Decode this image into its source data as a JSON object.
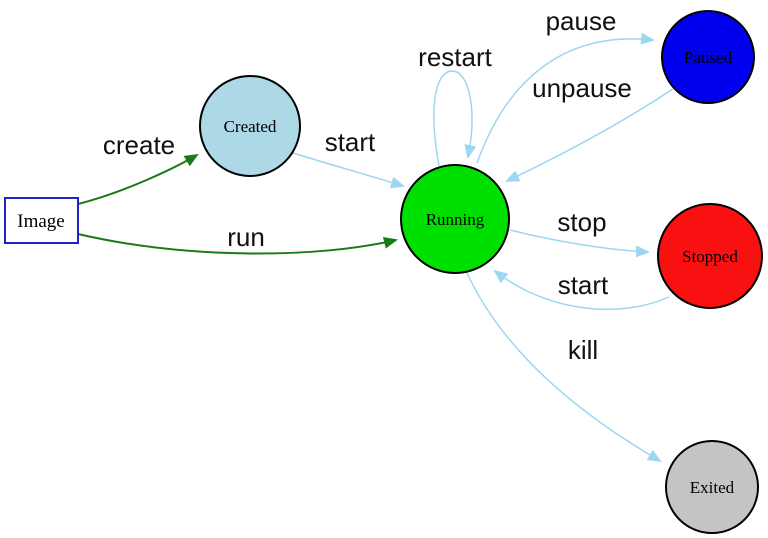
{
  "diagram": {
    "description": "Container lifecycle state diagram",
    "nodes": {
      "image": {
        "label": "Image",
        "shape": "rectangle",
        "fill": "#ffffff",
        "border": "#2222cc"
      },
      "created": {
        "label": "Created",
        "shape": "circle",
        "fill": "#add8e6"
      },
      "running": {
        "label": "Running",
        "shape": "circle",
        "fill": "#00e000"
      },
      "paused": {
        "label": "Paused",
        "shape": "circle",
        "fill": "#0000ee"
      },
      "stopped": {
        "label": "Stopped",
        "shape": "circle",
        "fill": "#f91111"
      },
      "exited": {
        "label": "Exited",
        "shape": "circle",
        "fill": "#c4c4c4"
      }
    },
    "edges": {
      "create": {
        "label": "create",
        "from": "image",
        "to": "created",
        "color": "#1a7a1a"
      },
      "run": {
        "label": "run",
        "from": "image",
        "to": "running",
        "color": "#1a7a1a"
      },
      "start_created_running": {
        "label": "start",
        "from": "created",
        "to": "running",
        "color": "#9cd6f0"
      },
      "restart": {
        "label": "restart",
        "from": "running",
        "to": "running",
        "color": "#9cd6f0"
      },
      "pause": {
        "label": "pause",
        "from": "running",
        "to": "paused",
        "color": "#9cd6f0"
      },
      "unpause": {
        "label": "unpause",
        "from": "paused",
        "to": "running",
        "color": "#9cd6f0"
      },
      "stop": {
        "label": "stop",
        "from": "running",
        "to": "stopped",
        "color": "#9cd6f0"
      },
      "start_stopped_running": {
        "label": "start",
        "from": "stopped",
        "to": "running",
        "color": "#9cd6f0"
      },
      "kill": {
        "label": "kill",
        "from": "running",
        "to": "exited",
        "color": "#9cd6f0"
      }
    },
    "colors": {
      "edge_blue": "#9cd6f0",
      "edge_green": "#1a7a1a",
      "node_border": "#000000",
      "text": "#000000"
    }
  }
}
